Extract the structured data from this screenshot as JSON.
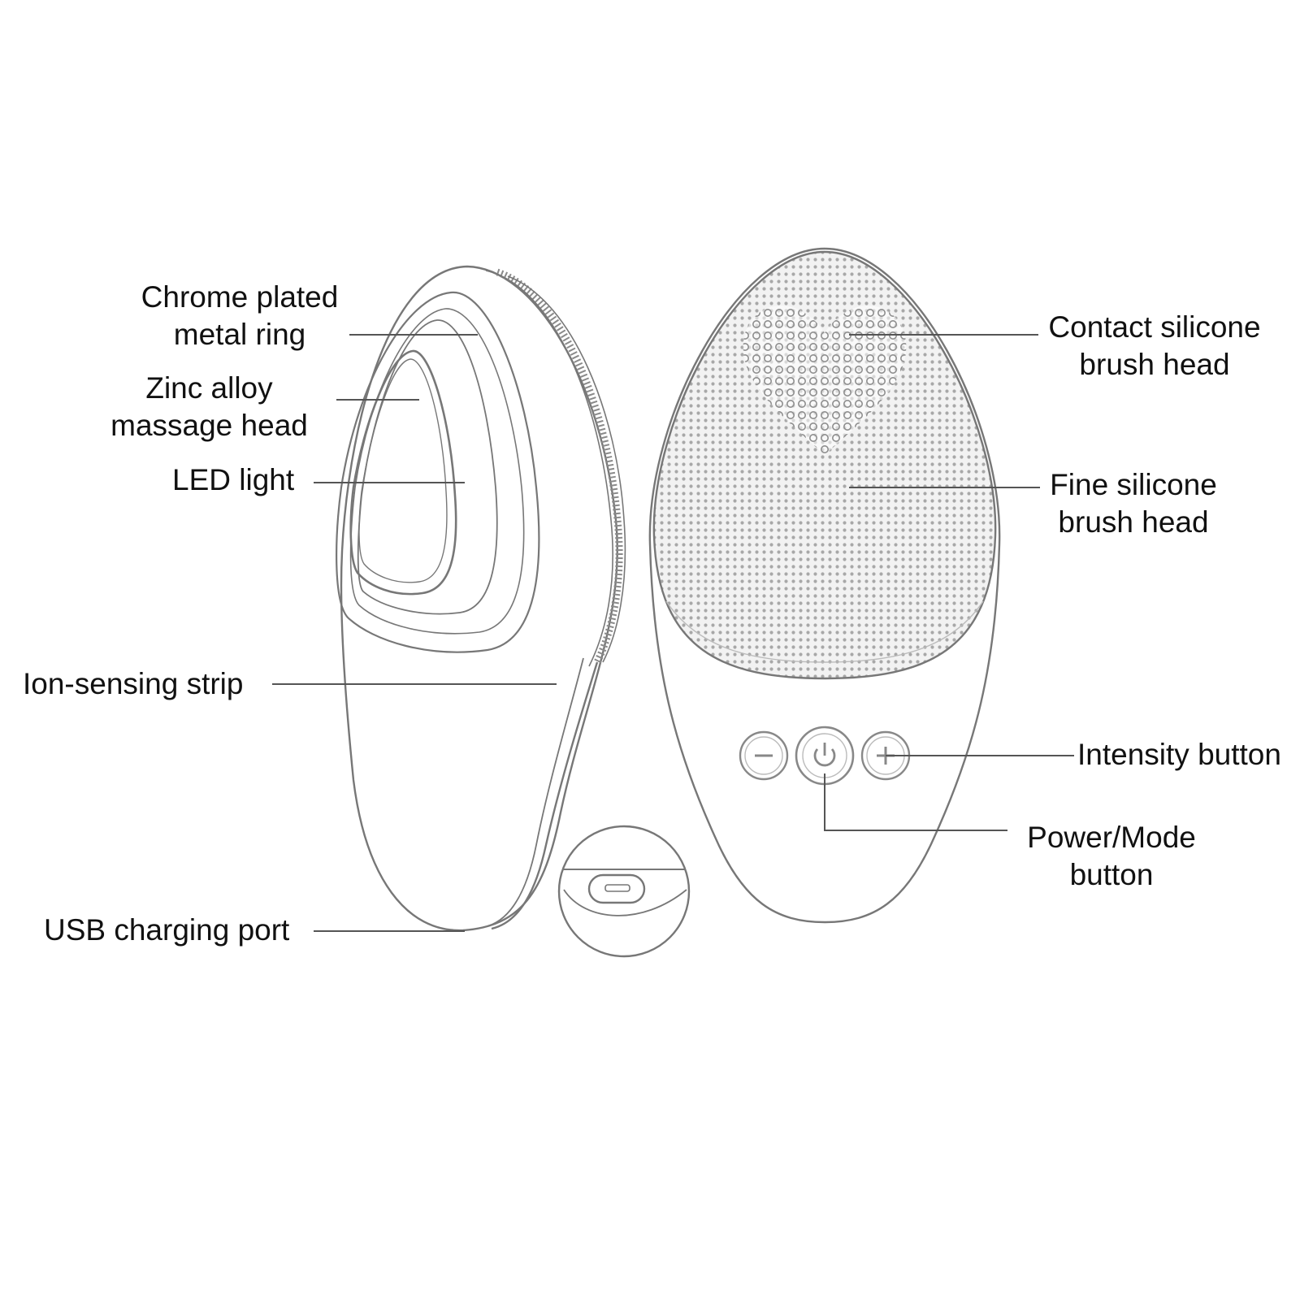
{
  "colors": {
    "background": "#ffffff",
    "outline": "#777777",
    "leader_line": "#555555",
    "text": "#111111",
    "mesh": "#9a9a9a"
  },
  "labels": {
    "chrome_ring": {
      "line1": "Chrome plated",
      "line2": "metal ring"
    },
    "zinc_head": {
      "line1": "Zinc alloy",
      "line2": "massage head"
    },
    "led": {
      "line1": "LED light"
    },
    "ion_strip": {
      "line1": "Ion-sensing strip"
    },
    "usb_port": {
      "line1": "USB charging port"
    },
    "contact_brush": {
      "line1": "Contact silicone",
      "line2": "brush head"
    },
    "fine_brush": {
      "line1": "Fine silicone",
      "line2": "brush head"
    },
    "intensity": {
      "line1": "Intensity button"
    },
    "power_mode": {
      "line1": "Power/Mode",
      "line2": "button"
    }
  },
  "icons": {
    "minus_button": "minus-icon",
    "power_button": "power-icon",
    "plus_button": "plus-icon",
    "usb_port": "usb-c-port-icon"
  }
}
